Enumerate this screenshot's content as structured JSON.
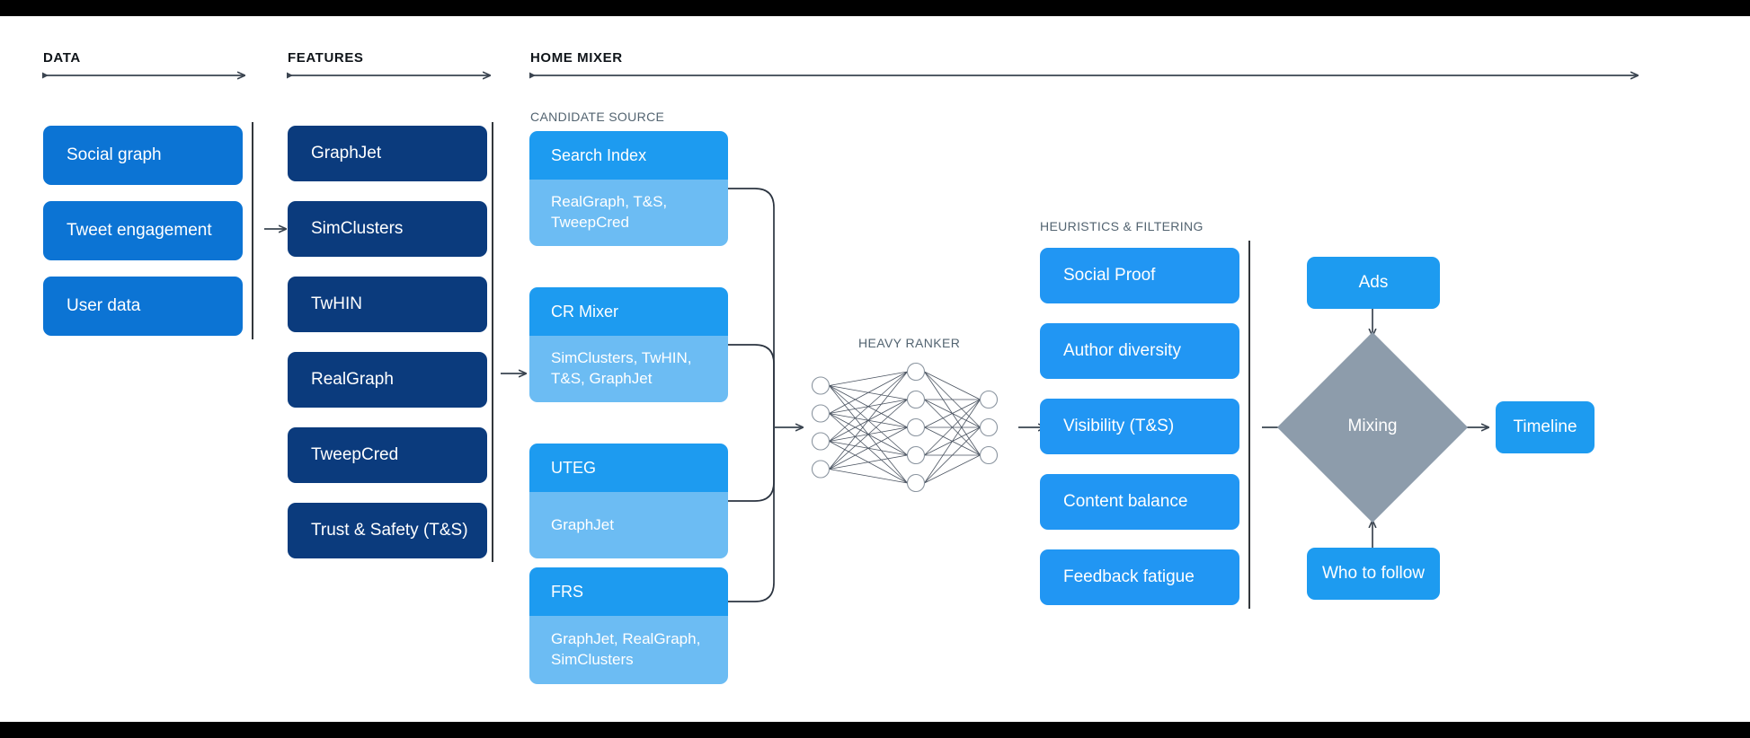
{
  "page": {
    "background": "#ffffff",
    "letterbox": "#000000",
    "title": "Twitter Home Mixer recommendation algorithm diagram"
  },
  "colors": {
    "data_box": "#0c74d4",
    "feature_box": "#0b3b7d",
    "candidate_head": "#1d9bf0",
    "candidate_body": "#6cbcf3",
    "heuristic_box": "#2196f3",
    "side_box": "#1d9bf0",
    "mixing_diamond": "#8d9cab",
    "label_muted": "#536471",
    "label_dark": "#0f1419",
    "connector": "#3a4450"
  },
  "sections": {
    "data": {
      "title": "DATA"
    },
    "features": {
      "title": "FEATURES"
    },
    "home_mixer": {
      "title": "HOME MIXER"
    },
    "candidate_source": {
      "title": "CANDIDATE SOURCE"
    },
    "heavy_ranker": {
      "title": "HEAVY RANKER"
    },
    "heuristics": {
      "title": "HEURISTICS & FILTERING"
    }
  },
  "data_boxes": [
    {
      "label": "Social graph"
    },
    {
      "label": "Tweet engagement"
    },
    {
      "label": "User data"
    }
  ],
  "feature_boxes": [
    {
      "label": "GraphJet"
    },
    {
      "label": "SimClusters"
    },
    {
      "label": "TwHIN"
    },
    {
      "label": "RealGraph"
    },
    {
      "label": "TweepCred"
    },
    {
      "label": "Trust & Safety (T&S)"
    }
  ],
  "candidate_sources": [
    {
      "name": "Search Index",
      "features": "RealGraph, T&S,\nTweepCred"
    },
    {
      "name": "CR Mixer",
      "features": "SimClusters, TwHIN,\nT&S, GraphJet"
    },
    {
      "name": "UTEG",
      "features": "GraphJet"
    },
    {
      "name": "FRS",
      "features": "GraphJet, RealGraph,\nSimClusters"
    }
  ],
  "heavy_ranker": {
    "label": "HEAVY RANKER",
    "layers": [
      4,
      5,
      3
    ]
  },
  "heuristic_boxes": [
    {
      "label": "Social Proof"
    },
    {
      "label": "Author diversity"
    },
    {
      "label": "Visibility (T&S)"
    },
    {
      "label": "Content balance"
    },
    {
      "label": "Feedback fatigue"
    }
  ],
  "output_stage": {
    "ads": {
      "label": "Ads"
    },
    "mixing": {
      "label": "Mixing"
    },
    "who_to_follow": {
      "label": "Who to follow"
    },
    "timeline": {
      "label": "Timeline"
    }
  }
}
